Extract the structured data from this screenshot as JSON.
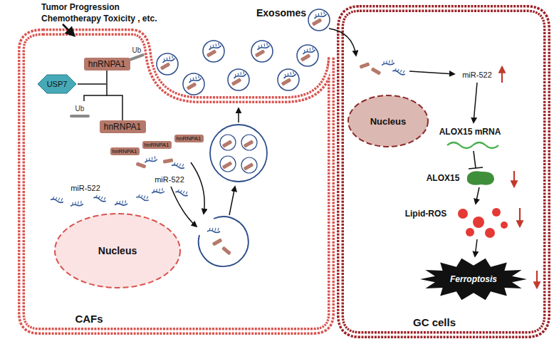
{
  "diagram": {
    "nodes": [
      {
        "text": [
          "CAFs"
        ]
      },
      {
        "text": [
          "GC cells"
        ]
      },
      {
        "text": [
          "hnRNPA1"
        ],
        "in": 0
      },
      {
        "text": [
          "USP7"
        ],
        "in": 0
      },
      {
        "text": [
          "hnRNPA1"
        ],
        "in": 0
      },
      {
        "text": [
          "hnRNPA1"
        ],
        "in": 0
      },
      {
        "text": [
          "hnRNPA1"
        ],
        "in": 0
      },
      {
        "text": [
          "hnRNPA1"
        ],
        "in": 0
      },
      {
        "text": [
          "Nucleus"
        ],
        "in": 0
      },
      {
        "text": [
          "Nucleus"
        ],
        "in": 1
      },
      {
        "text": [
          "Ferroptosis"
        ],
        "in": 1
      }
    ],
    "edges": [
      {
        "from": 2,
        "to": 4,
        "arrow": "none"
      }
    ],
    "labels": [
      "Tumor Progression",
      "Chemotherapy  Toxicity , etc.",
      "Exosomes",
      "Ub",
      "Ub",
      "miR-522",
      "miR-522",
      "miR-522",
      "ALOX15 mRNA",
      "ALOX15",
      "Lipid-ROS"
    ]
  }
}
